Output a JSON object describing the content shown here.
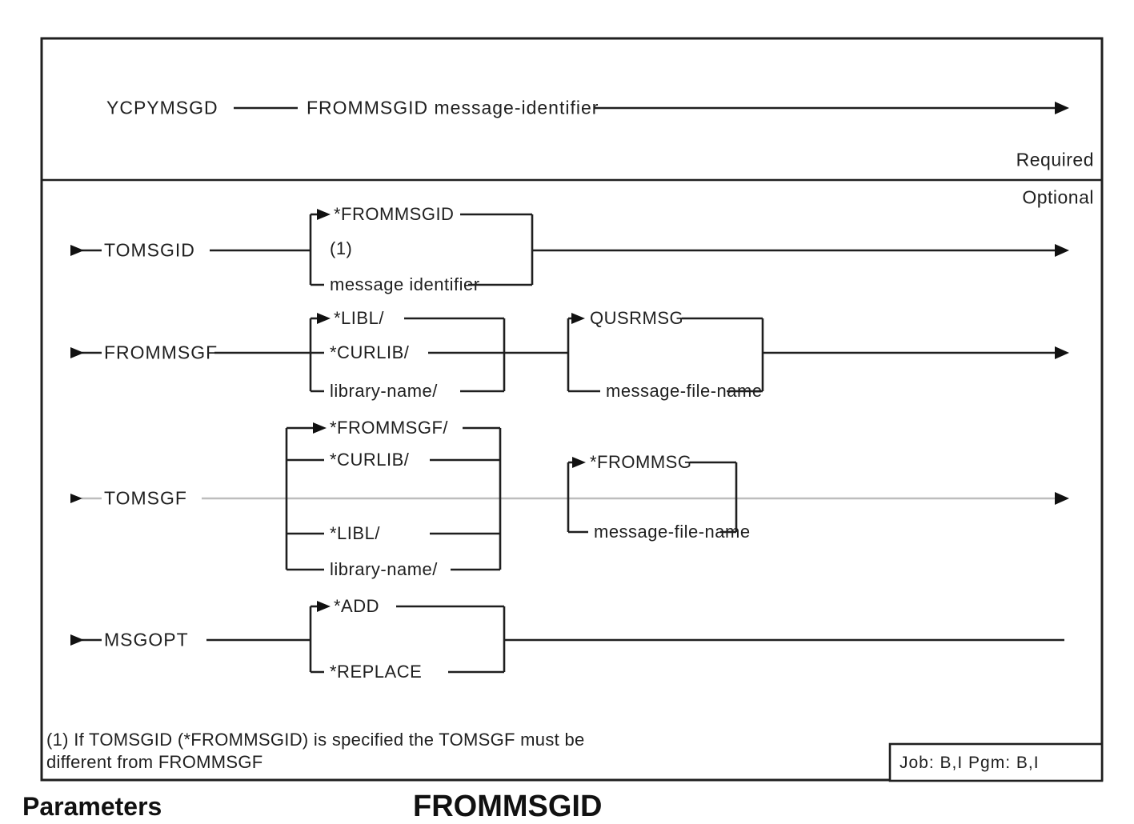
{
  "page": {
    "background": "#ffffff",
    "ink": "#1f1f1f",
    "gray_line": "#bdbdbd"
  },
  "syntax_diagram": {
    "command": "YCPYMSGD",
    "sections": {
      "required": "Required",
      "optional": "Optional"
    },
    "required_param": {
      "label": "FROMMSGID message-identifier"
    },
    "params": [
      {
        "name": "TOMSGID",
        "note": "(1)",
        "options": [
          "*FROMMSGID",
          "message identifier"
        ],
        "default": "*FROMMSGID"
      },
      {
        "name": "FROMMSGF",
        "qualifier_options": [
          "*LIBL/",
          "*CURLIB/",
          "library-name/"
        ],
        "file_options": [
          "QUSRMSG",
          "message-file-name"
        ],
        "default_qualifier": "*LIBL/",
        "default_file": "QUSRMSG"
      },
      {
        "name": "TOMSGF",
        "qualifier_options": [
          "*FROMMSGF/",
          "*CURLIB/",
          "*LIBL/",
          "library-name/"
        ],
        "file_options": [
          "*FROMMSG",
          "message-file-name"
        ],
        "default_qualifier": "*FROMMSGF/",
        "default_file": "*FROMMSG"
      },
      {
        "name": "MSGOPT",
        "options": [
          "*ADD",
          "*REPLACE"
        ],
        "default": "*ADD"
      }
    ],
    "footnote": {
      "line1": "(1) If TOMSGID (*FROMMSGID) is specified the TOMSGF must be",
      "line2": "different from FROMMSGF"
    },
    "job_box": "Job: B,I  Pgm: B,I"
  },
  "below_fragment": {
    "heading": "Parameters",
    "param_heading": "FROMMSGID"
  }
}
